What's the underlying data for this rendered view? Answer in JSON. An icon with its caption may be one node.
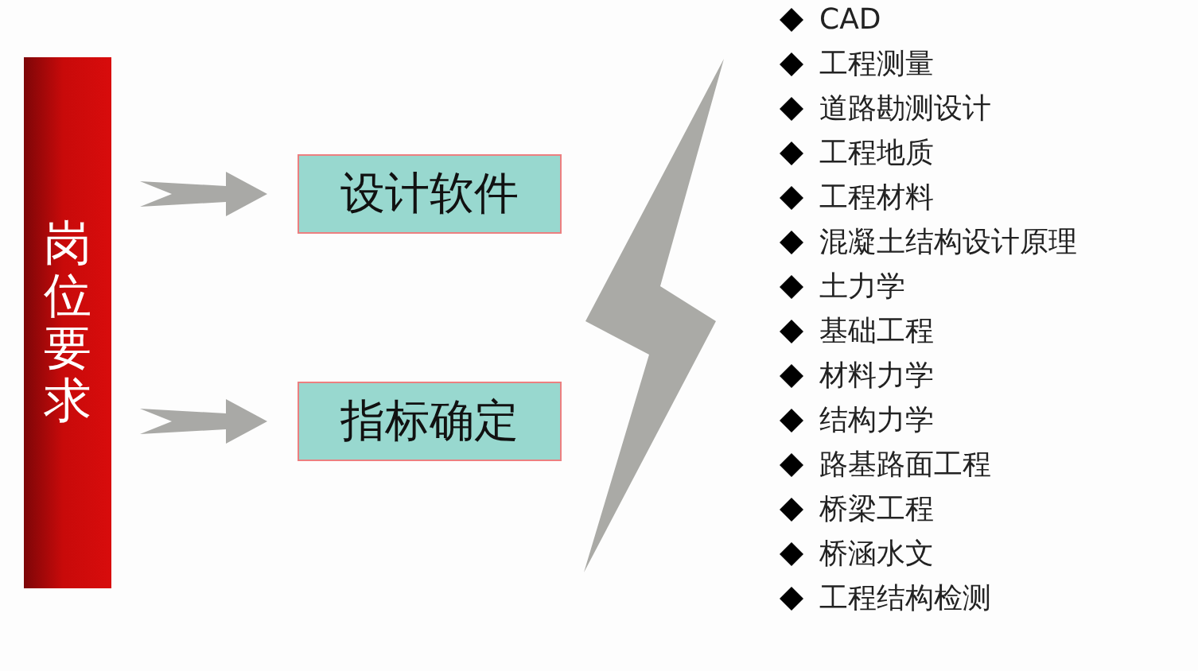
{
  "diagram": {
    "nodes": [
      {
        "text": [
          "岗位要求"
        ]
      },
      {
        "text": [
          "设计软件"
        ]
      },
      {
        "text": [
          "指标确定"
        ]
      }
    ],
    "edges": [
      {
        "from": 0,
        "to": 1,
        "arrow": "to"
      },
      {
        "from": 0,
        "to": 2,
        "arrow": "to"
      }
    ],
    "labels": [
      "CAD",
      "工程测量",
      "道路勘测设计",
      "工程地质",
      "工程材料",
      "混凝土结构设计原理",
      "土力学",
      "基础工程",
      "材料力学",
      "结构力学",
      "路基路面工程",
      "桥梁工程",
      "桥涵水文",
      "工程结构检测"
    ]
  }
}
